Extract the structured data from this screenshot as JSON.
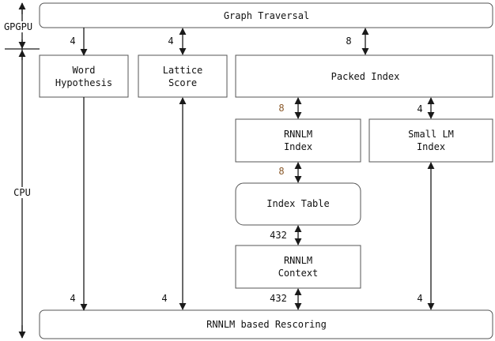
{
  "side_labels": {
    "gpgpu": "GPGPU",
    "cpu": "CPU"
  },
  "boxes": {
    "graph_traversal": "Graph Traversal",
    "word_hypothesis": [
      "Word",
      "Hypothesis"
    ],
    "lattice_score": [
      "Lattice",
      "Score"
    ],
    "packed_index": "Packed Index",
    "rnnlm_index": [
      "RNNLM",
      "Index"
    ],
    "small_lm_index": [
      "Small LM",
      "Index"
    ],
    "index_table": "Index Table",
    "rnnlm_context": [
      "RNNLM",
      "Context"
    ],
    "rnnlm_rescoring": "RNNLM based Rescoring"
  },
  "edge_labels": {
    "gt_to_word": "4",
    "gt_to_lattice": "4",
    "gt_to_packed": "8",
    "packed_to_rnnlm_index": "8",
    "packed_to_small_lm": "4",
    "rnnlm_index_to_table": "8",
    "table_to_context": "432",
    "word_to_rescoring": "4",
    "lattice_to_rescoring": "4",
    "context_to_rescoring": "432",
    "small_lm_to_rescoring": "4"
  },
  "colors": {
    "brown_label": "#8a5a2b",
    "box_stroke": "#555555"
  }
}
